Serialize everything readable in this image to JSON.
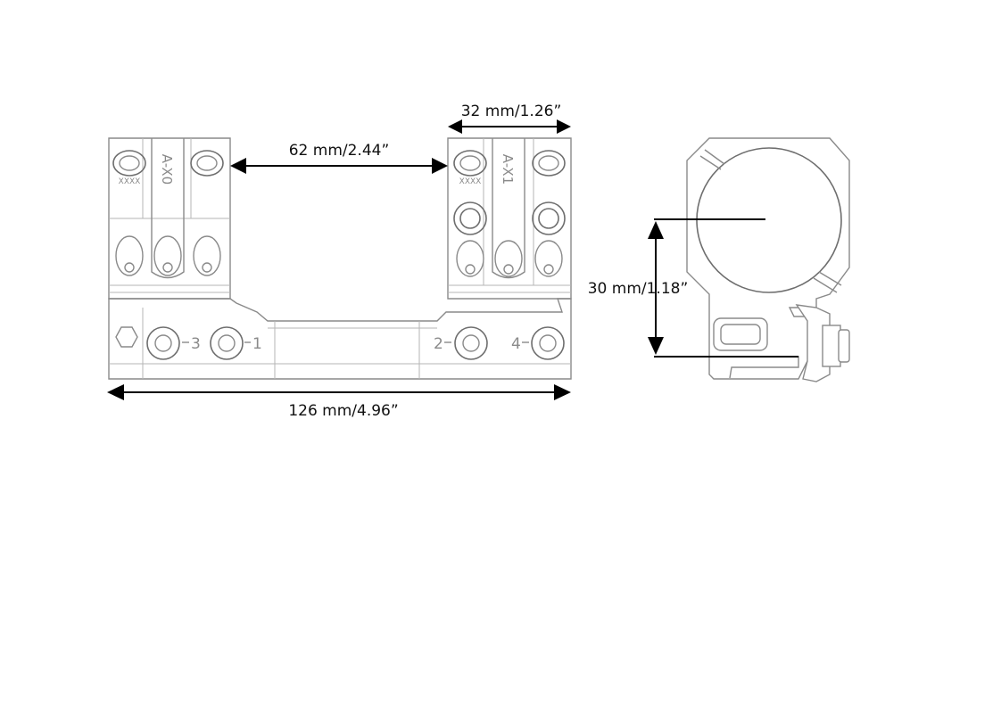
{
  "dimensions": {
    "ring_width": "32 mm/1.26”",
    "ring_spacing": "62 mm/2.44”",
    "overall_length": "126 mm/4.96”",
    "center_height": "30 mm/1.18”"
  },
  "engravings": {
    "front_ring": "A-X0",
    "rear_ring": "A-X1",
    "front_code": "XXXX",
    "rear_code": "XXXX",
    "screw_1": "1",
    "screw_2": "2",
    "screw_3": "3",
    "screw_4": "4"
  }
}
